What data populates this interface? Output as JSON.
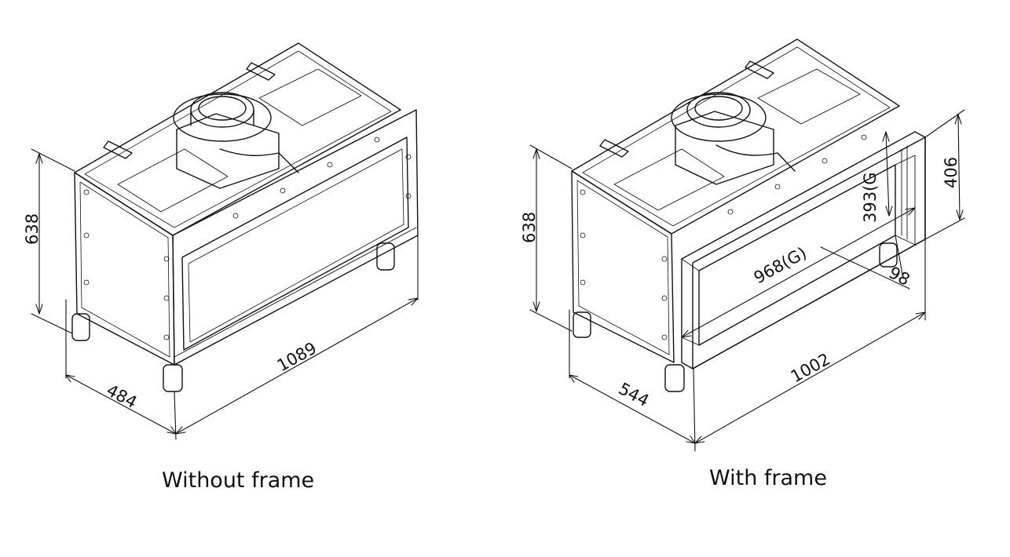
{
  "views": [
    {
      "caption": "Without frame",
      "dimensions": {
        "height": "638",
        "depth": "484",
        "width": "1089"
      }
    },
    {
      "caption": "With frame",
      "dimensions": {
        "height": "638",
        "depth": "544",
        "width": "1002",
        "glass_width": "968(G)",
        "glass_height": "393(G",
        "frame_height": "406",
        "frame_depth": "98"
      }
    }
  ],
  "colors": {
    "line": "#111111",
    "background": "#ffffff"
  }
}
